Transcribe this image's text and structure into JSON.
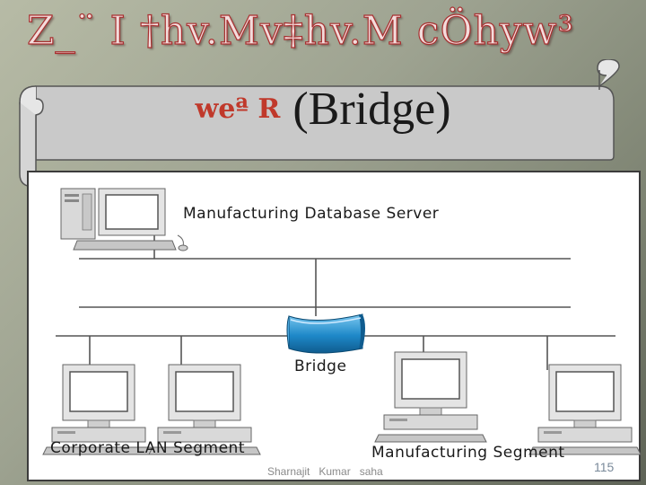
{
  "slide": {
    "title": "Z_¨ I †hv.Mv‡hv.M cÖhyw³",
    "subtitle_bn": "weª R",
    "subtitle_en": "(Bridge)"
  },
  "diagram": {
    "server_label": "Manufacturing Database Server",
    "bridge_label": "Bridge",
    "left_segment_label": "Corporate LAN Segment",
    "right_segment_label": "Manufacturing Segment"
  },
  "footer": {
    "author": "Sharnajit   Kumar   saha",
    "slide_number": "115"
  },
  "colors": {
    "title_outline": "#a83030",
    "bridge_blue": "#1e88c8",
    "network_line": "#555555"
  }
}
